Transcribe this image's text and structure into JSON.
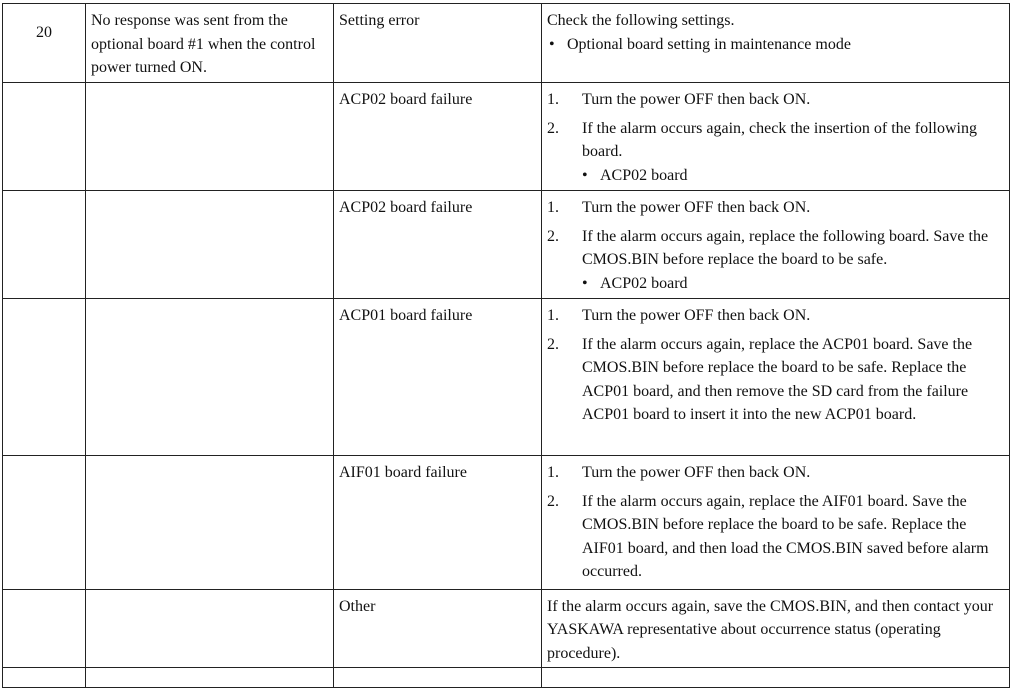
{
  "rows": [
    {
      "no": "20",
      "description": "No response was sent from the optional board #1 when the control power turned ON.",
      "cause": "Setting error",
      "intro": "Check the following settings.",
      "bullet": "Optional board setting in maintenance mode"
    },
    {
      "cause": "ACP02 board failure",
      "steps": [
        "Turn the power OFF then back ON.",
        "If the alarm occurs again, check the insertion of the following board."
      ],
      "sub": "ACP02 board"
    },
    {
      "cause": "ACP02 board failure",
      "steps": [
        "Turn the power OFF then back ON.",
        "If the alarm occurs again, replace the following board. Save the CMOS.BIN before replace the board to be safe."
      ],
      "sub": "ACP02 board"
    },
    {
      "cause": "ACP01 board failure",
      "steps": [
        "Turn the power OFF then back ON.",
        "If the alarm occurs again, replace the ACP01 board. Save the CMOS.BIN before replace the board to be safe. Replace the ACP01 board, and then remove the SD card from the failure ACP01 board to insert it into the new ACP01 board."
      ]
    },
    {
      "cause": "AIF01 board failure",
      "steps": [
        "Turn the power OFF then back ON.",
        "If the alarm occurs again, replace the AIF01 board. Save the CMOS.BIN before replace the board to be safe. Replace the AIF01 board, and then load the CMOS.BIN saved before alarm occurred."
      ]
    },
    {
      "cause": "Other",
      "remedy": "If the alarm occurs again, save the CMOS.BIN, and then contact your YASKAWA representative about occurrence status (operating procedure)."
    }
  ],
  "labels": {
    "n1": "1.",
    "n2": "2.",
    "bullet": "•"
  }
}
